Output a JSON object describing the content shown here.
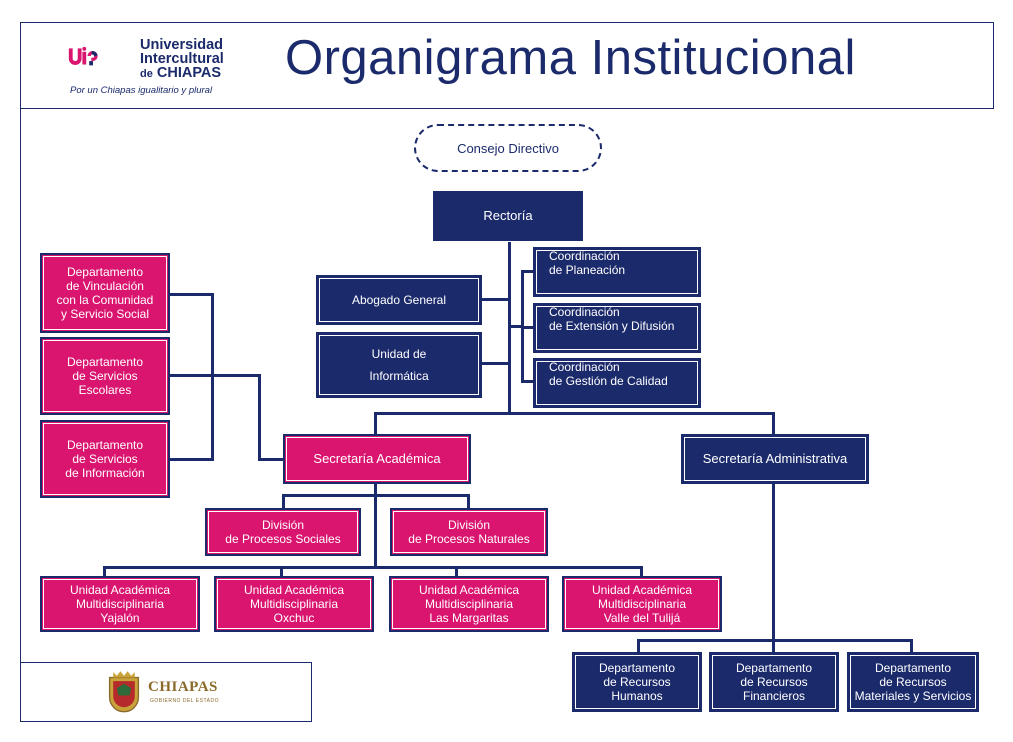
{
  "header": {
    "title": "Organigrama Institucional",
    "logo": {
      "line1": "Universidad",
      "line2": "Intercultural",
      "line3_de": "de",
      "line3_name": "CHIAPAS",
      "tagline": "Por un Chiapas igualitario y plural",
      "colors": {
        "navy": "#1b2a6b",
        "pink": "#d9156f"
      }
    }
  },
  "footer": {
    "logo_name": "CHIAPAS",
    "logo_sub": "GOBIERNO DEL ESTADO"
  },
  "org": {
    "consejo": "Consejo Directivo",
    "rectoria": "Rectoría",
    "abogado": "Abogado General",
    "informatica": [
      "Unidad de",
      "Informática"
    ],
    "coord_planeacion": [
      "Coordinación",
      "de Planeación"
    ],
    "coord_extension": [
      "Coordinación",
      "de Extensión y Difusión"
    ],
    "coord_calidad": [
      "Coordinación",
      "de Gestión de Calidad"
    ],
    "dept_vinculacion": [
      "Departamento",
      "de Vinculación",
      "con la Comunidad",
      "y Servicio Social"
    ],
    "dept_escolares": [
      "Departamento",
      "de Servicios",
      "Escolares"
    ],
    "dept_informacion": [
      "Departamento",
      "de Servicios",
      "de Información"
    ],
    "sec_academica": "Secretaría Académica",
    "sec_administrativa": "Secretaría Administrativa",
    "div_sociales": [
      "División",
      "de Procesos Sociales"
    ],
    "div_naturales": [
      "División",
      "de Procesos Naturales"
    ],
    "ua_yajalon": [
      "Unidad Académica",
      "Multidisciplinaria",
      "Yajalón"
    ],
    "ua_oxchuc": [
      "Unidad Académica",
      "Multidisciplinaria",
      "Oxchuc"
    ],
    "ua_margaritas": [
      "Unidad Académica",
      "Multidisciplinaria",
      "Las Margaritas"
    ],
    "ua_tulija": [
      "Unidad Académica",
      "Multidisciplinaria",
      "Valle del Tulijá"
    ],
    "dept_humanos": [
      "Departamento",
      "de Recursos",
      "Humanos"
    ],
    "dept_financieros": [
      "Departamento",
      "de Recursos",
      "Financieros"
    ],
    "dept_materiales": [
      "Departamento",
      "de Recursos",
      "Materiales y Servicios"
    ]
  }
}
